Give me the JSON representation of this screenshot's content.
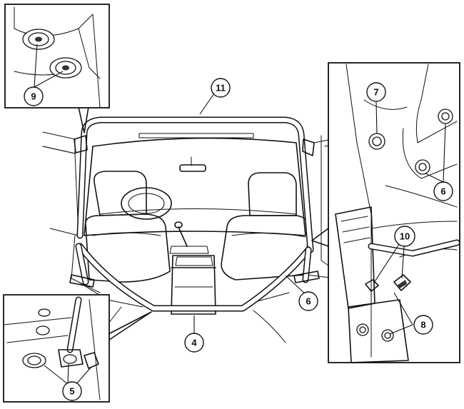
{
  "callouts": {
    "c4": "4",
    "c5": "5",
    "c6_main": "6",
    "c6_inset": "6",
    "c7": "7",
    "c8": "8",
    "c9": "9",
    "c10": "10",
    "c11": "11"
  }
}
